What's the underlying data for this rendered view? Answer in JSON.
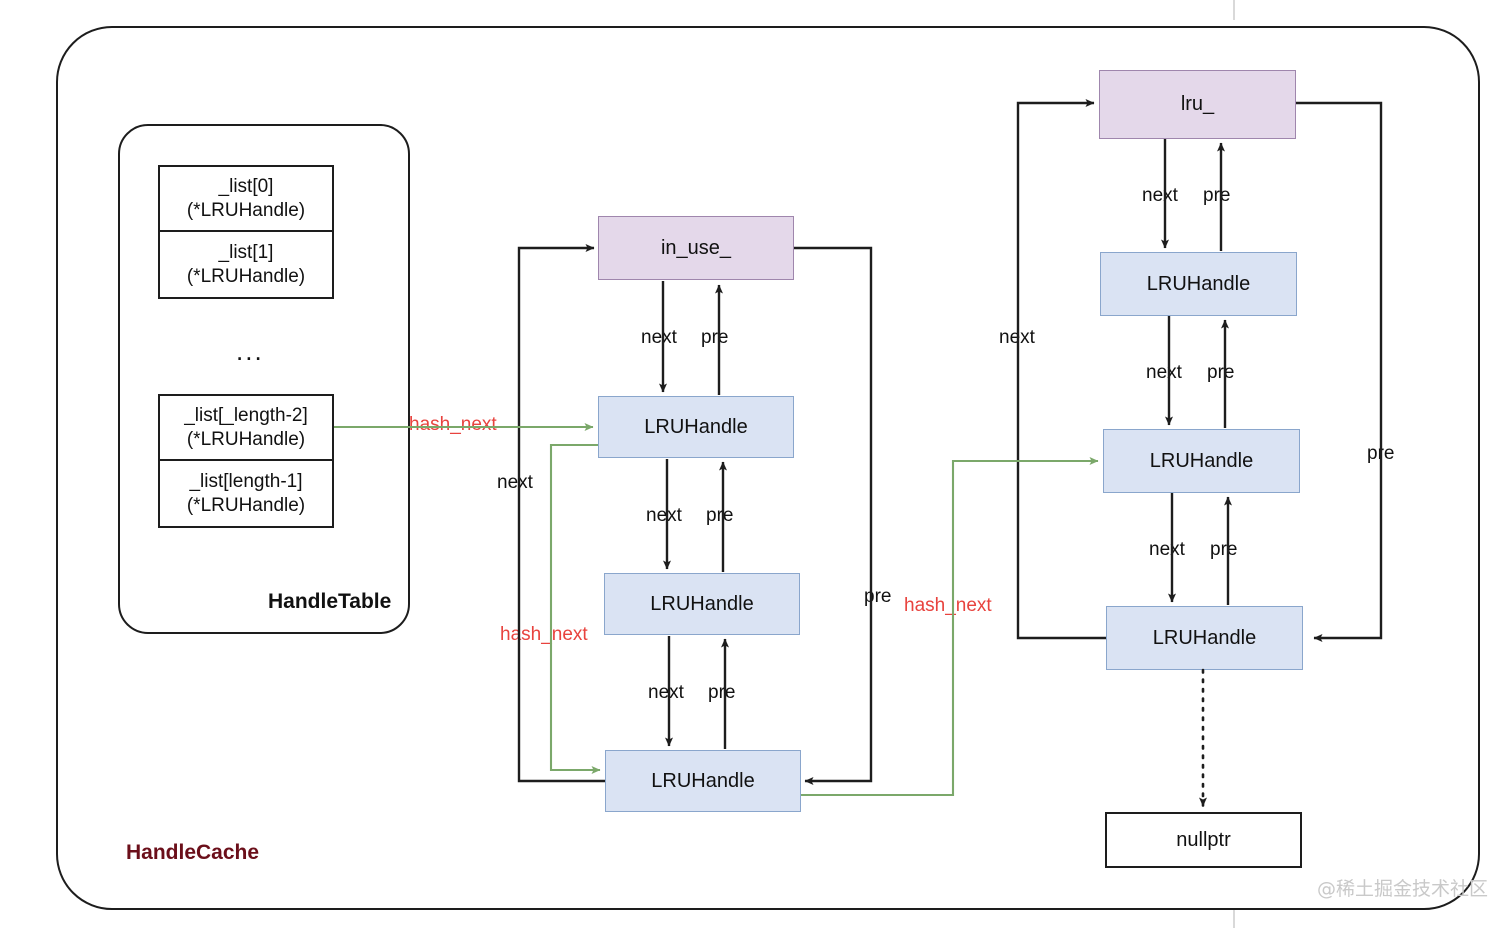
{
  "diagram": {
    "title_handle_cache": "HandleCache",
    "title_handle_table": "HandleTable",
    "watermark": "@稀土掘金技术社区",
    "colors": {
      "head_node": "#e4d8ea",
      "head_node_border": "#9f86ad",
      "handle_node": "#dae3f3",
      "handle_node_border": "#8aa6cc",
      "hash_label": "#e8433e",
      "hash_edge": "#7ba86a",
      "edge": "#1d1d1d",
      "handle_cache_title": "#6b0f1a"
    }
  },
  "handle_table": {
    "ellipsis": "...",
    "cells": [
      {
        "index": "_list[0]",
        "type": "(*LRUHandle)"
      },
      {
        "index": "_list[1]",
        "type": "(*LRUHandle)"
      },
      {
        "index": "_list[_length-2]",
        "type": "(*LRUHandle)"
      },
      {
        "index": "_list[length-1]",
        "type": "(*LRUHandle)"
      }
    ]
  },
  "in_use_list": {
    "head": "in_use_",
    "nodes": [
      "LRUHandle",
      "LRUHandle",
      "LRUHandle"
    ],
    "edge_labels": {
      "next_1": "next",
      "pre_1": "pre",
      "next_2": "next",
      "pre_2": "pre",
      "next_3": "next",
      "pre_3": "pre",
      "outer_next": "next",
      "outer_pre": "pre"
    }
  },
  "lru_list": {
    "head": "lru_",
    "nodes": [
      "LRUHandle",
      "LRUHandle",
      "LRUHandle"
    ],
    "terminator": "nullptr",
    "edge_labels": {
      "next_1": "next",
      "pre_1": "pre",
      "next_2": "next",
      "pre_2": "pre",
      "next_3": "next",
      "pre_3": "pre",
      "outer_next": "next",
      "outer_pre": "pre"
    }
  },
  "hash_edges": [
    {
      "label": "hash_next",
      "from": "_list[_length-2]",
      "to": "in_use_list.node1"
    },
    {
      "label": "hash_next",
      "from": "in_use_list.node1",
      "to": "in_use_list.node3"
    },
    {
      "label": "hash_next",
      "from": "in_use_list.node3",
      "to": "lru_list.node2"
    }
  ]
}
